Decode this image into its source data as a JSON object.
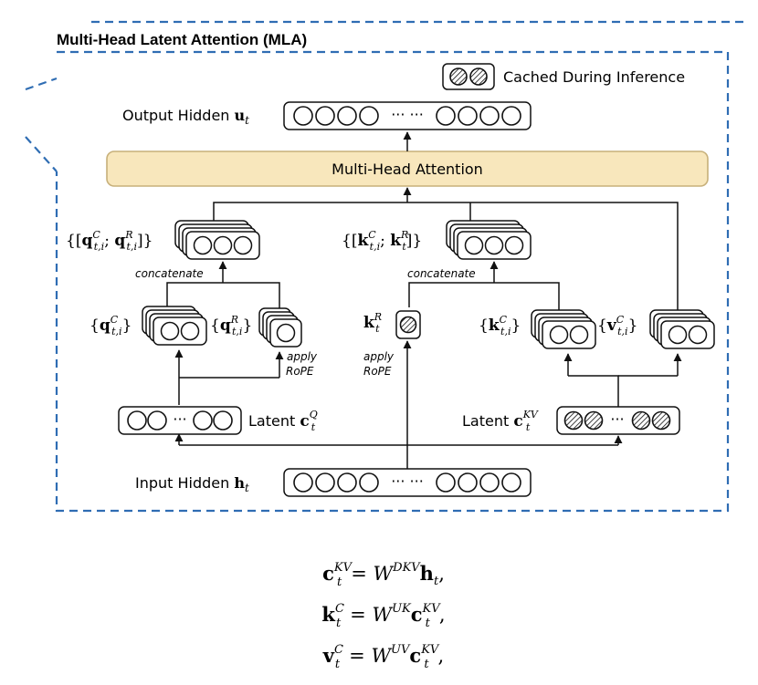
{
  "diagram": {
    "title": "Multi-Head Latent Attention (MLA)",
    "legend_label": "Cached During Inference",
    "output_label": "Output Hidden",
    "output_symbol": "u",
    "output_sub": "t",
    "mha_label": "Multi-Head Attention",
    "ellipsis": "··· ···",
    "ellipsis_short": "···",
    "concatenate_label": "concatenate",
    "apply_label": "apply",
    "rope_label": "RoPE",
    "latent_label": "Latent",
    "input_label": "Input Hidden",
    "input_symbol": "h",
    "q_concat": {
      "open": "{[",
      "sym1": "q",
      "sup1": "C",
      "sub1": "t,i",
      "sep": ";",
      "sym2": "q",
      "sup2": "R",
      "sub2": "t,i",
      "close": "]}"
    },
    "k_concat": {
      "open": "{[",
      "sym1": "k",
      "sup1": "C",
      "sub1": "t,i",
      "sep": ";",
      "sym2": "k",
      "sup2": "R",
      "sub2": "t",
      "close": "]}"
    },
    "q_c": {
      "open": "{",
      "sym": "q",
      "sup": "C",
      "sub": "t,i",
      "close": "}"
    },
    "q_r": {
      "open": "{",
      "sym": "q",
      "sup": "R",
      "sub": "t,i",
      "close": "}"
    },
    "k_r": {
      "sym": "k",
      "sup": "R",
      "sub": "t"
    },
    "k_c": {
      "open": "{",
      "sym": "k",
      "sup": "C",
      "sub": "t,i",
      "close": "}"
    },
    "v_c": {
      "open": "{",
      "sym": "v",
      "sup": "C",
      "sub": "t,i",
      "close": "}"
    },
    "latent_q": {
      "sym": "c",
      "sup": "Q",
      "sub": "t"
    },
    "latent_kv": {
      "sym": "c",
      "sup": "KV",
      "sub": "t"
    }
  },
  "equations": [
    {
      "lhs": "c",
      "lhs_sup": "KV",
      "lhs_sub": "t",
      "eq": "=",
      "w": "W",
      "w_sup": "DKV",
      "rhs": "h",
      "rhs_sup": "",
      "rhs_sub": "t",
      "end": ","
    },
    {
      "lhs": "k",
      "lhs_sup": "C",
      "lhs_sub": "t",
      "eq": "=",
      "w": "W",
      "w_sup": "UK",
      "rhs": "c",
      "rhs_sup": "KV",
      "rhs_sub": "t",
      "end": ","
    },
    {
      "lhs": "v",
      "lhs_sup": "C",
      "lhs_sub": "t",
      "eq": "=",
      "w": "W",
      "w_sup": "UV",
      "rhs": "c",
      "rhs_sup": "KV",
      "rhs_sub": "t",
      "end": ","
    }
  ],
  "colors": {
    "dash_border": "#2f6db3",
    "mha_fill": "#f8e7bc",
    "mha_stroke": "#c7b07a",
    "line": "#111111"
  }
}
